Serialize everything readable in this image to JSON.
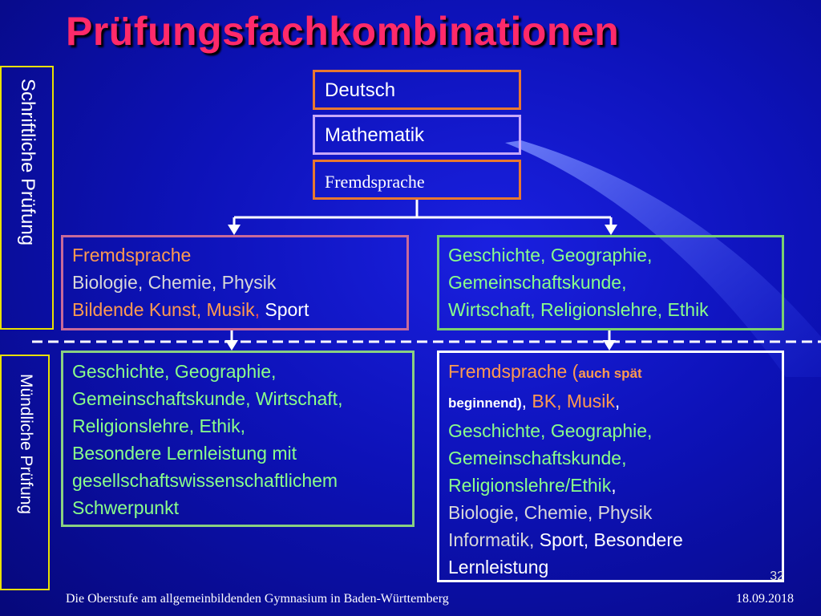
{
  "title": "Prüfungsfachkombinationen",
  "side_labels": {
    "written": "Schriftliche Prüfung",
    "oral": "Mündliche Prüfung"
  },
  "top_boxes": {
    "deutsch": "Deutsch",
    "mathematik": "Mathematik",
    "fremdsprache": "Fremdsprache"
  },
  "written_left": {
    "line1": "Fremdsprache",
    "line2": "Biologie, Chemie, Physik",
    "line3_a": "Bildende Kunst, Musik",
    "line3_comma": ",",
    "line3_b": " Sport"
  },
  "written_right": {
    "line1": "Geschichte, Geographie,",
    "line2": "Gemeinschaftskunde,",
    "line3": "Wirtschaft, Religionslehre, Ethik"
  },
  "oral_left": {
    "line1": "Geschichte, Geographie,",
    "line2": "Gemeinschaftskunde, Wirtschaft,",
    "line3": "Religionslehre, Ethik,",
    "line4": "Besondere Lernleistung mit",
    "line5": "gesellschaftswissenschaftlichem",
    "line6": "Schwerpunkt"
  },
  "oral_right": {
    "fremd": "Fremdsprache (",
    "note_a": "auch spät",
    "note_b": "beginnend)",
    "sep": ", ",
    "bk_musik": "BK, Musik",
    "comma": ",",
    "gesch": "Geschichte, Geographie,",
    "gemein": "Gemeinschaftskunde,",
    "rel": "Religionslehre/Ethik",
    "rel_comma": ",",
    "bio": "Biologie, Chemie, Physik",
    "info": "Informatik",
    "info_comma": ",",
    "sport": " Sport, Besondere",
    "lern": "Lernleistung"
  },
  "footer": {
    "left": "Die Oberstufe am allgemeinbildenden Gymnasium  in Baden-Württemberg",
    "right": "18.09.2018",
    "page": "32"
  },
  "colors": {
    "title": "#ff2a6a",
    "side_border": "#e8e000",
    "orange": "#ff9a50",
    "green": "#8aff8a"
  }
}
